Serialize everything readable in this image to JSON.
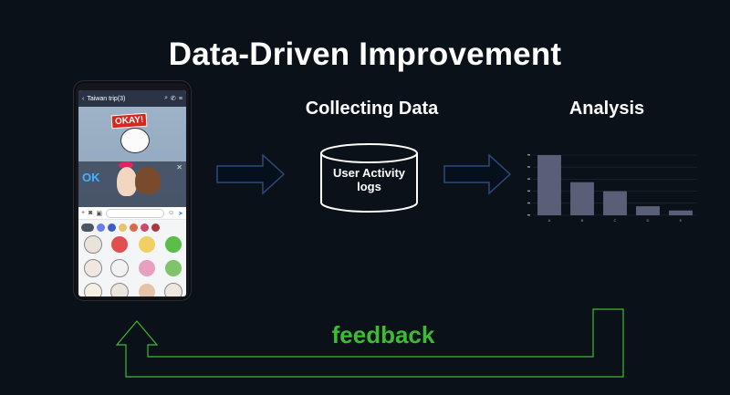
{
  "title": "Data-Driven Improvement",
  "phone": {
    "chat_title": "Taiwan trip(3)",
    "sticker_badge": "OKAY!",
    "popup_text": "OK"
  },
  "sections": {
    "collecting": "Collecting Data",
    "analysis": "Analysis"
  },
  "cylinder_label_line1": "User Activity",
  "cylinder_label_line2": "logs",
  "feedback_label": "feedback",
  "colors": {
    "background": "#0a1118",
    "feedback": "#3dbb34",
    "flow_arrow": "#2c4a7a",
    "bar": "#5a5f78"
  },
  "chart_data": {
    "type": "bar",
    "categories": [
      "A",
      "B",
      "C",
      "D",
      "E"
    ],
    "values": [
      100,
      55,
      40,
      15,
      8
    ],
    "ylim": [
      0,
      100
    ],
    "grid": true,
    "title": "",
    "xlabel": "",
    "ylabel": ""
  }
}
